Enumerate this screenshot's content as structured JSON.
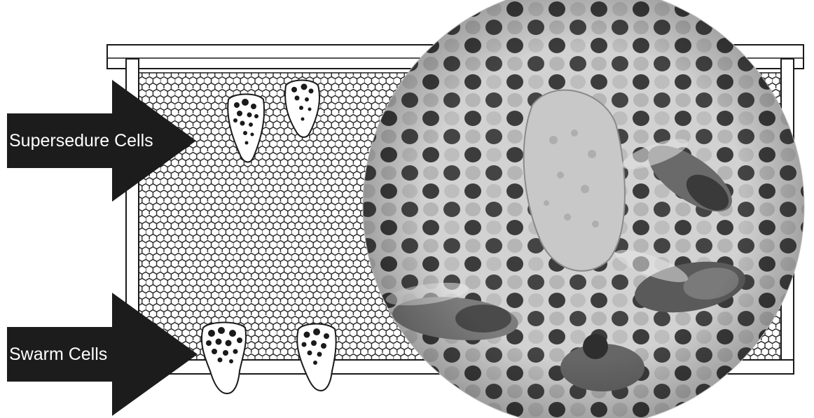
{
  "labels": {
    "supersedure": "Supersedure Cells",
    "swarm": "Swarm Cells"
  },
  "colors": {
    "arrow": "#1c1c1c",
    "line": "#1a1a1a",
    "background": "#ffffff",
    "photo_dark": "#3a3a3a",
    "photo_light": "#cfcfcf"
  },
  "icons": [
    "hive-frame",
    "honeycomb",
    "queen-cell",
    "magnified-photo",
    "bee"
  ]
}
